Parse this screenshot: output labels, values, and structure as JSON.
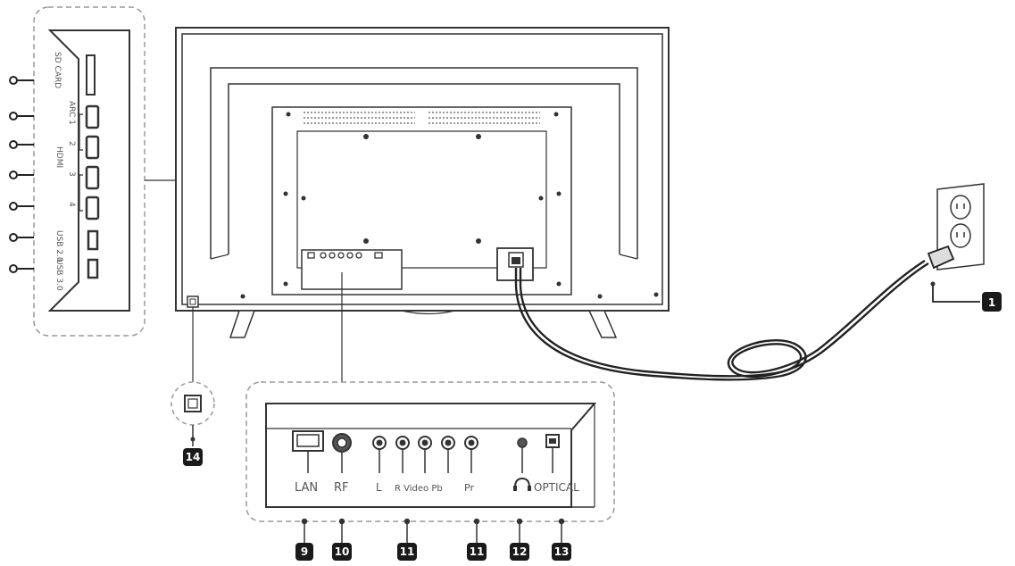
{
  "side_panel": {
    "labels": [
      "SD CARD",
      "ARC 1",
      "2",
      "HDMI",
      "3",
      "4",
      "USB 2.0",
      "USB 3.0"
    ]
  },
  "bottom_panel": {
    "labels": {
      "lan": "LAN",
      "rf": "RF",
      "audio_in_l": "L",
      "video": "R  Video  Pb",
      "pr": "Pr",
      "optical": "OPTICAL"
    }
  },
  "callouts": {
    "power": "1",
    "lan": "9",
    "rf": "10",
    "av_in": "11",
    "component": "11",
    "headphone": "12",
    "optical": "13",
    "ir_sensor": "14"
  },
  "colors": {
    "line": "#333333",
    "dashed": "#999999",
    "badge": "#1a1a1a"
  }
}
